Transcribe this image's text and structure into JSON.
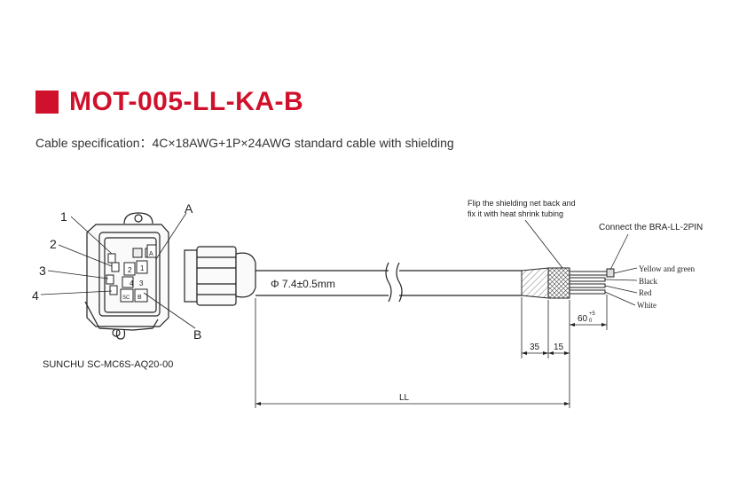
{
  "title": "MOT-005-LL-KA-B",
  "spec": "Cable specification：4C×18AWG+1P×24AWG standard cable with shielding",
  "accent_color": "#d0112b",
  "connector": {
    "label_1": "1",
    "label_2": "2",
    "label_3": "3",
    "label_4": "4",
    "label_A": "A",
    "label_B": "B",
    "pin_1": "1",
    "pin_2": "2",
    "pin_3": "3",
    "pin_4": "4",
    "pin_A": "A",
    "pin_B": "B",
    "pin_SC": "SC",
    "part_number": "SUNCHU SC-MC6S-AQ20-00"
  },
  "cable": {
    "diameter": "Φ 7.4±0.5mm"
  },
  "notes": {
    "shield_line1": "Flip the shielding net back and",
    "shield_line2": "fix it with heat shrink tubing",
    "connect": "Connect the BRA-LL-2PIN"
  },
  "wires": {
    "yellow_green": "Yellow and green",
    "black": "Black",
    "red": "Red",
    "white": "White"
  },
  "dims": {
    "d35": "35",
    "d15": "15",
    "d60": "60",
    "d60_tol_up": "+5",
    "d60_tol_down": "0",
    "ll": "LL"
  }
}
